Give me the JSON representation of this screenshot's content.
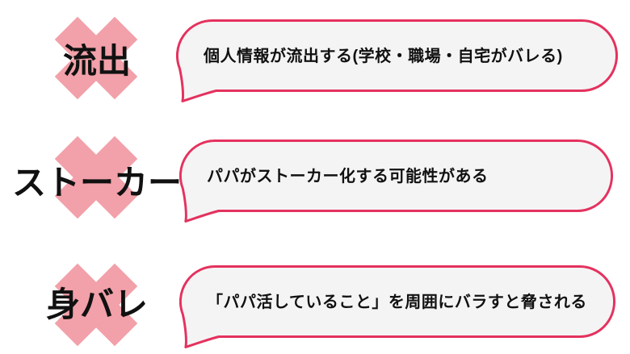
{
  "colors": {
    "cross": "#f2a0a9",
    "bubble_border": "#e4325e",
    "bubble_fill": "#f5f4f5",
    "text": "#111111",
    "background": "#ffffff"
  },
  "rows": [
    {
      "keyword": "流出",
      "bubble_text": "個人情報が流出する(学校・職場・自宅がバレる)"
    },
    {
      "keyword": "ストーカー",
      "bubble_text": "パパがストーカー化する可能性がある"
    },
    {
      "keyword": "身バレ",
      "bubble_text": "「パパ活していること」を周囲にバラすと脅される"
    }
  ]
}
